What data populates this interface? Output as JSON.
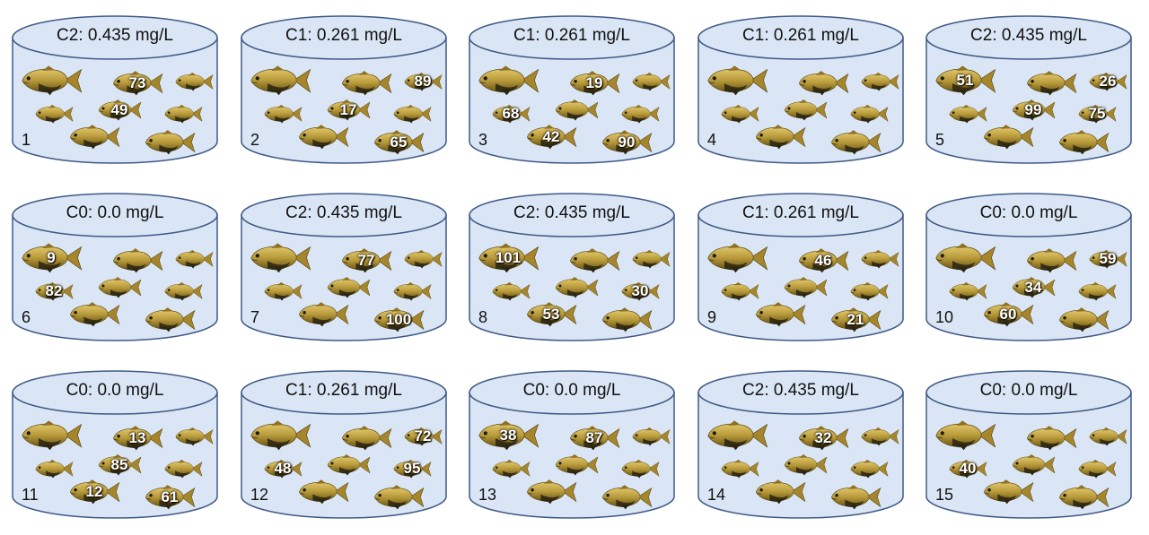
{
  "tanks": [
    {
      "number": "1",
      "label": "C2: 0.435 mg/L",
      "fish_ids": [
        "",
        "73",
        "",
        "",
        "49",
        "",
        "",
        ""
      ]
    },
    {
      "number": "2",
      "label": "C1: 0.261 mg/L",
      "fish_ids": [
        "",
        "",
        "89",
        "",
        "17",
        "",
        "",
        "65"
      ]
    },
    {
      "number": "3",
      "label": "C1: 0.261 mg/L",
      "fish_ids": [
        "",
        "19",
        "",
        "68",
        "",
        "",
        "42",
        "90"
      ]
    },
    {
      "number": "4",
      "label": "C1: 0.261 mg/L",
      "fish_ids": [
        "",
        "",
        "",
        "",
        "",
        "",
        "",
        ""
      ]
    },
    {
      "number": "5",
      "label": "C2: 0.435 mg/L",
      "fish_ids": [
        "51",
        "",
        "26",
        "",
        "99",
        "75",
        "",
        ""
      ]
    },
    {
      "number": "6",
      "label": "C0: 0.0 mg/L",
      "fish_ids": [
        "9",
        "",
        "",
        "82",
        "",
        "",
        "",
        ""
      ]
    },
    {
      "number": "7",
      "label": "C2: 0.435 mg/L",
      "fish_ids": [
        "",
        "77",
        "",
        "",
        "",
        "",
        "",
        "100"
      ]
    },
    {
      "number": "8",
      "label": "C2: 0.435 mg/L",
      "fish_ids": [
        "101",
        "",
        "",
        "",
        "",
        "30",
        "53",
        ""
      ]
    },
    {
      "number": "9",
      "label": "C1: 0.261 mg/L",
      "fish_ids": [
        "",
        "46",
        "",
        "",
        "",
        "",
        "",
        "21"
      ]
    },
    {
      "number": "10",
      "label": "C0: 0.0 mg/L",
      "fish_ids": [
        "",
        "",
        "59",
        "",
        "34",
        "",
        "60",
        ""
      ]
    },
    {
      "number": "11",
      "label": "C0: 0.0 mg/L",
      "fish_ids": [
        "",
        "13",
        "",
        "",
        "85",
        "",
        "12",
        "61"
      ]
    },
    {
      "number": "12",
      "label": "C1: 0.261 mg/L",
      "fish_ids": [
        "",
        "",
        "72",
        "48",
        "",
        "95",
        "",
        ""
      ]
    },
    {
      "number": "13",
      "label": "C0: 0.0 mg/L",
      "fish_ids": [
        "38",
        "87",
        "",
        "",
        "",
        "",
        "",
        ""
      ]
    },
    {
      "number": "14",
      "label": "C2: 0.435 mg/L",
      "fish_ids": [
        "",
        "32",
        "",
        "",
        "",
        "",
        "",
        ""
      ]
    },
    {
      "number": "15",
      "label": "C0: 0.0 mg/L",
      "fish_ids": [
        "",
        "",
        "",
        "40",
        "",
        "",
        "",
        ""
      ]
    }
  ],
  "colors": {
    "tank_fill": "#dae6f5",
    "tank_stroke": "#3f5a86",
    "fish_body": "#b89a3a",
    "fish_dark": "#2a2410"
  }
}
